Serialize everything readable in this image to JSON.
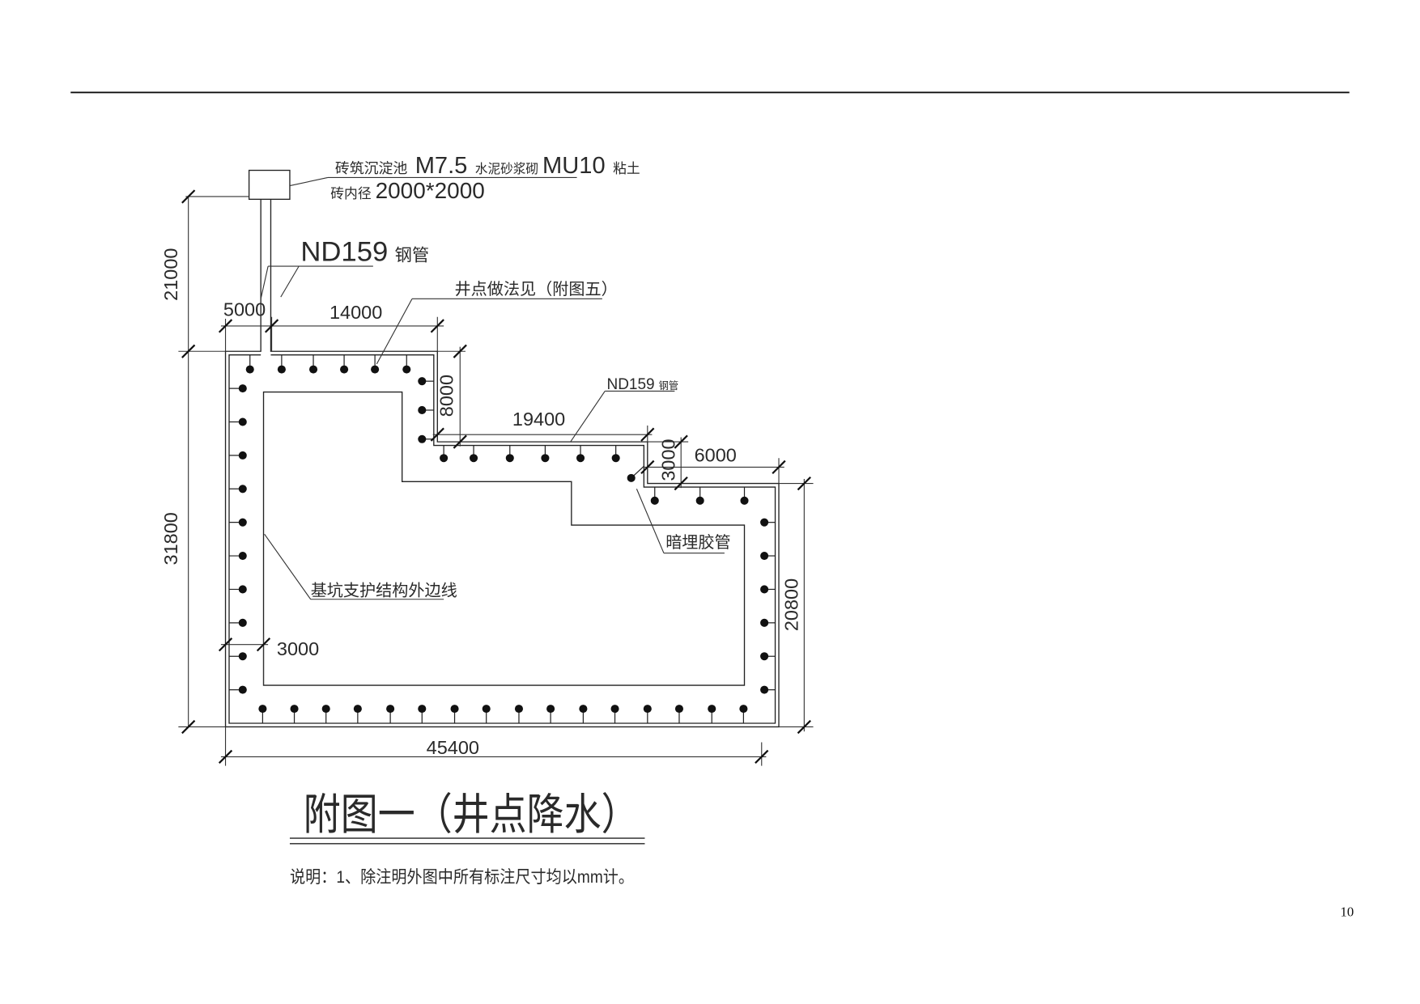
{
  "page": {
    "number": "10"
  },
  "drawing": {
    "tank_label_line1": [
      "砖筑沉淀池",
      "M7.5",
      "水泥砂浆砌",
      "MU10",
      "粘土"
    ],
    "tank_label_line2": [
      "砖内径",
      "2000*2000"
    ],
    "pipe_label_main": "ND159",
    "pipe_label_main_unit": "钢管",
    "wellpoint_note": "井点做法见（附图五）",
    "pipe_label_small": "ND159",
    "pipe_label_small_unit": "钢管",
    "hose_label": "暗埋胶管",
    "pit_outline_label": "基坑支护结构外边线",
    "dimensions": {
      "tank_offset": "21000",
      "left_height": "31800",
      "pipe_offset": "5000",
      "top_width": "14000",
      "step1_height": "8000",
      "step2_width": "19400",
      "step2_height": "3000",
      "step3_width": "6000",
      "right_height": "20800",
      "inner_offset": "3000",
      "total_width": "45400"
    }
  },
  "title": "附图一（井点降水）",
  "note": "说明：1、除注明外图中所有标注尺寸均以mm计。"
}
